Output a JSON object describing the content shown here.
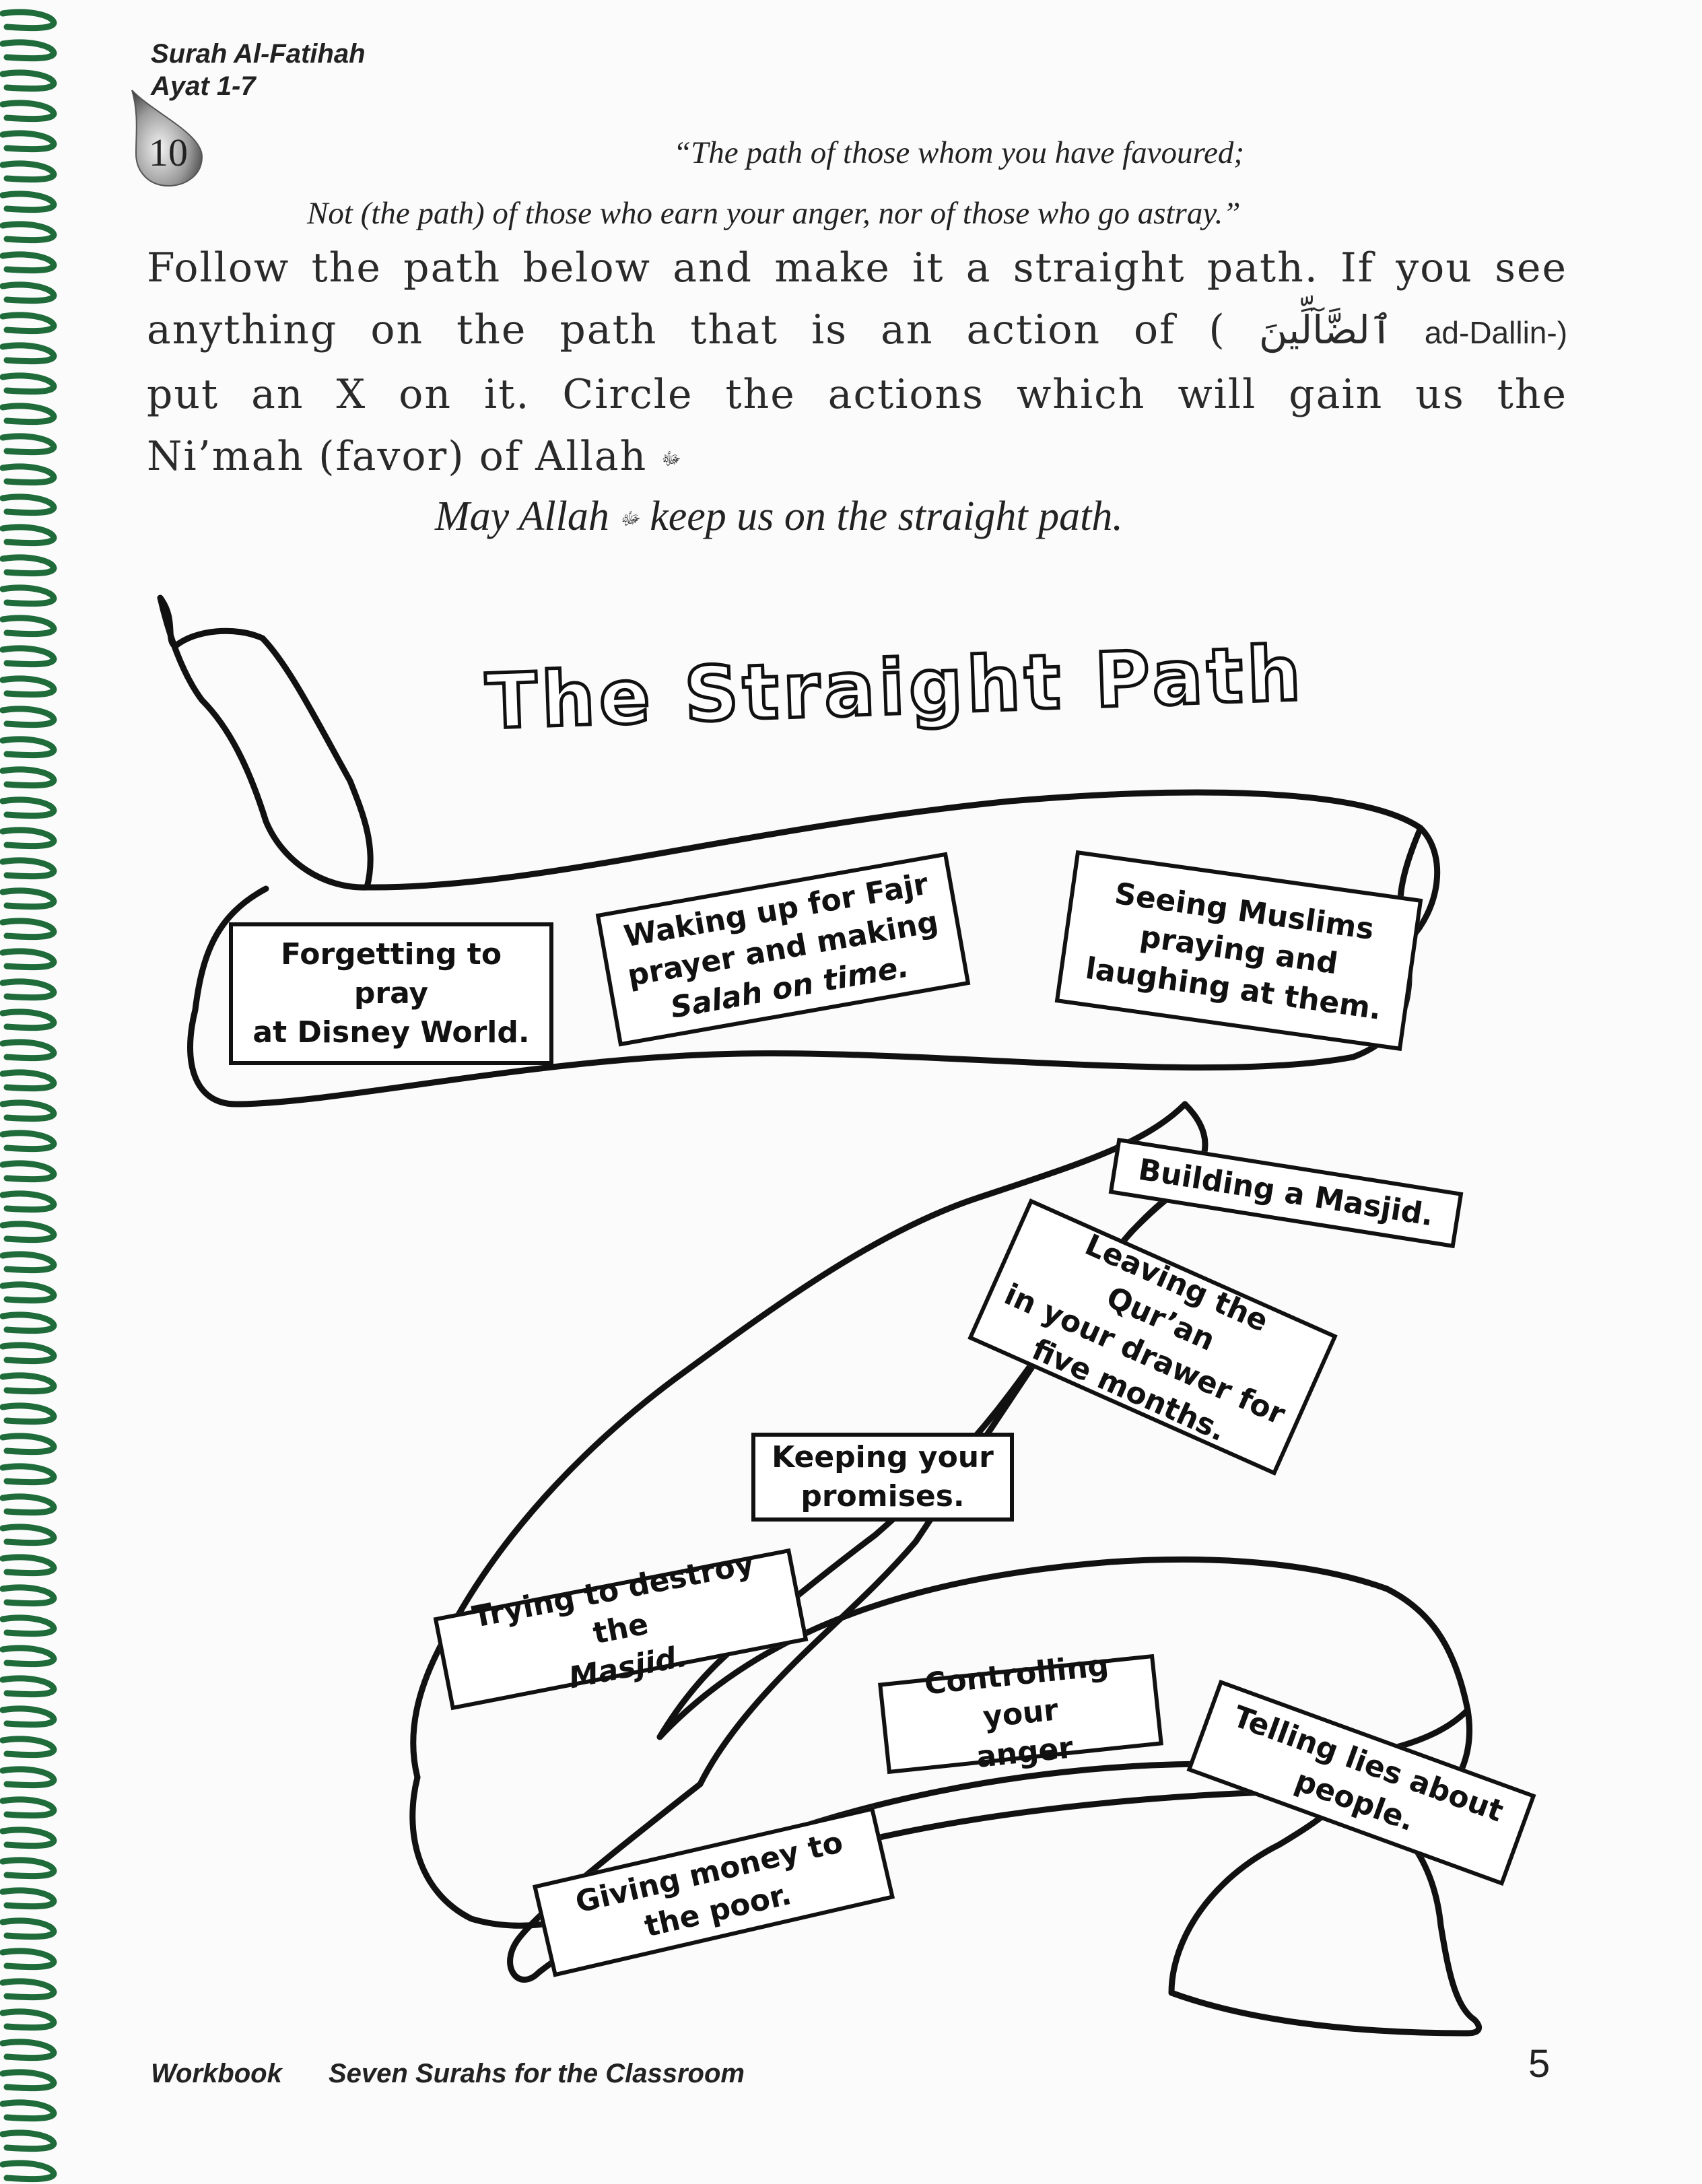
{
  "header": {
    "surah": "Surah Al-Fatihah",
    "ayat": "Ayat 1-7",
    "ayah_number": "10"
  },
  "verse": {
    "line1": "“The path of those whom you have favoured;",
    "line2": "Not (the path) of those who earn your anger, nor of those who go astray.”"
  },
  "instructions": {
    "line1": "Follow the path below and make it a straight path. If you see",
    "line2_a": "anything on the path that is an action of (",
    "arabic_term": "ٱلضَّآلِّينَ",
    "transliteration": "ad-Dallin-)",
    "line3": "put an X on it. Circle the actions which will gain us the",
    "line4": "Ni’mah (favor) of Allah",
    "honorific": "ﷻ"
  },
  "prayer": {
    "before": "May Allah",
    "after": "keep us on the straight path."
  },
  "banner_title": "The Straight Path",
  "actions": [
    {
      "id": "forgetting-pray",
      "line1": "Forgetting to pray",
      "line2": "at Disney World."
    },
    {
      "id": "waking-fajr",
      "line1": "Waking up for Fajr",
      "line2": "prayer and making",
      "line3": "Salah on time."
    },
    {
      "id": "seeing-muslims",
      "line1": "Seeing Muslims",
      "line2": "praying and",
      "line3": "laughing at them."
    },
    {
      "id": "building-masjid",
      "line1": "Building a Masjid."
    },
    {
      "id": "leaving-quran",
      "line1": "Leaving the Qur’an",
      "line2": "in your drawer for",
      "line3": "five months."
    },
    {
      "id": "keeping-promises",
      "line1": "Keeping your",
      "line2": "promises."
    },
    {
      "id": "destroy-masjid",
      "line1": "Trying to destroy the",
      "line2": "Masjid."
    },
    {
      "id": "controlling-anger",
      "line1": "Controlling your",
      "line2": "anger"
    },
    {
      "id": "telling-lies",
      "line1": "Telling lies about",
      "line2": "people."
    },
    {
      "id": "giving-money",
      "line1": "Giving money to",
      "line2": "the poor."
    }
  ],
  "footer": {
    "workbook": "Workbook",
    "book_title": "Seven Surahs for the Classroom",
    "page_number": "5"
  },
  "colors": {
    "spiral": "#1f6b3a",
    "ink": "#111111",
    "paper": "#fbfbfb"
  }
}
